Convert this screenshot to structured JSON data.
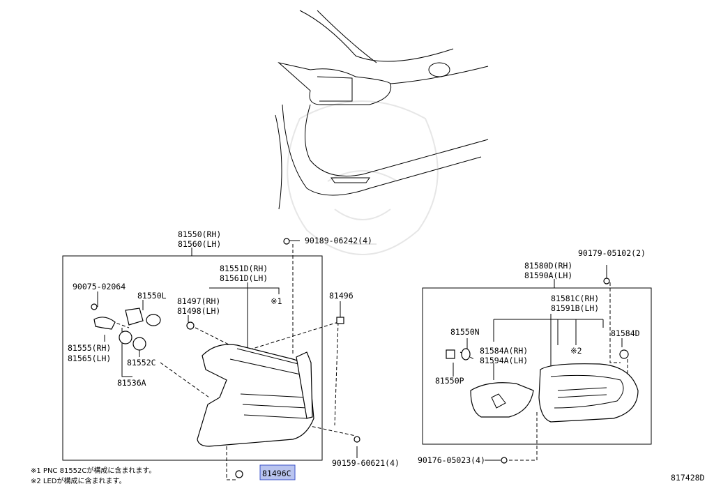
{
  "labels": {
    "l81550": "81550(RH)",
    "l81560": "81560(LH)",
    "l90189": "90189-06242(4)",
    "l81551D": "81551D(RH)",
    "l81561D": "81561D(LH)",
    "lnote1mark": "※1",
    "l90075": "90075-02064",
    "l81550L": "81550L",
    "l81497": "81497(RH)",
    "l81498": "81498(LH)",
    "l81496": "81496",
    "l81555": "81555(RH)",
    "l81565": "81565(LH)",
    "l81552C": "81552C",
    "l81536A": "81536A",
    "l90159": "90159-60621(4)",
    "l81496C": "81496C",
    "l90179": "90179-05102(2)",
    "l81580D": "81580D(RH)",
    "l81590A": "81590A(LH)",
    "l81581C": "81581C(RH)",
    "l81591B": "81591B(LH)",
    "l81550N": "81550N",
    "l81584D": "81584D",
    "lnote2mark": "※2",
    "l81584A": "81584A(RH)",
    "l81594A": "81594A(LH)",
    "l81550P": "81550P",
    "l90176": "90176-05023(4)",
    "lcode": "817428D"
  },
  "notes": {
    "n1": "※1 PNC 81552Cが構成に含まれます。",
    "n2": "※2 LEDが構成に含まれます。"
  },
  "colors": {
    "highlight_fill": "#b9c4ef",
    "highlight_stroke": "#3a52c8"
  }
}
